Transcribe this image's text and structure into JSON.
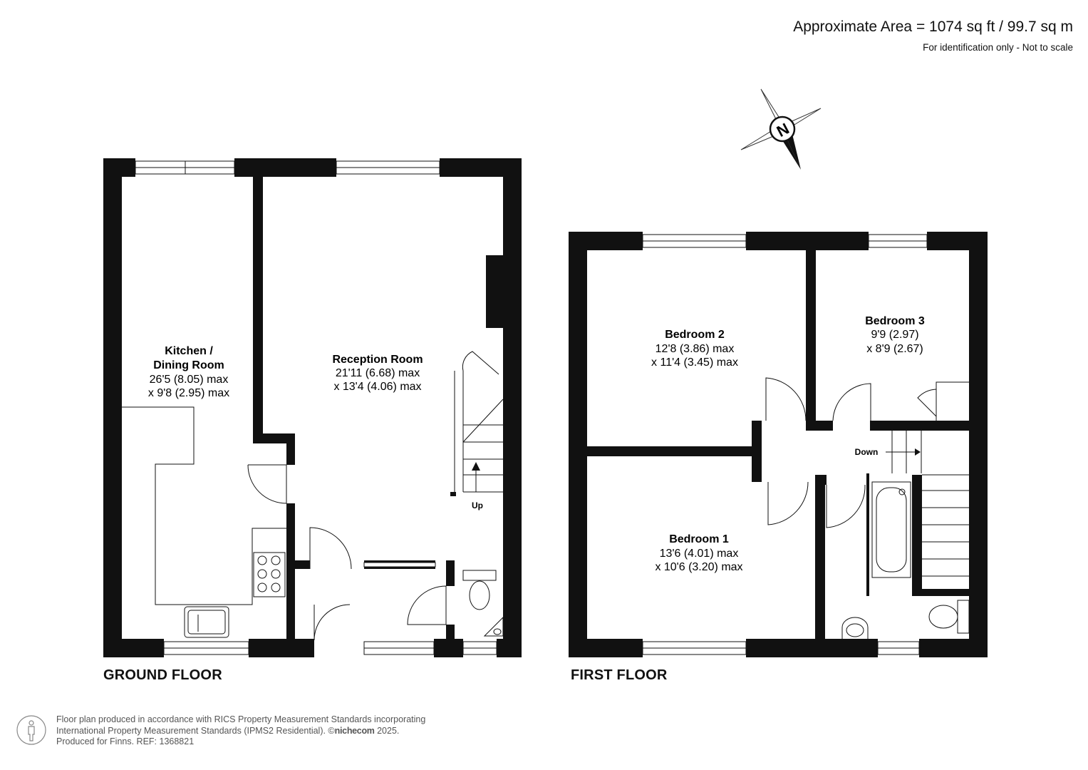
{
  "header": {
    "area": "Approximate Area = 1074 sq ft / 99.7 sq m",
    "note": "For identification only - Not to scale"
  },
  "compass": {
    "letter": "N",
    "icon": "north-compass-icon"
  },
  "ground_floor": {
    "label": "GROUND FLOOR",
    "rooms": [
      {
        "name_lines": [
          "Kitchen /",
          "Dining Room"
        ],
        "dims": [
          "26'5 (8.05) max",
          "x 9'8 (2.95) max"
        ]
      },
      {
        "name_lines": [
          "Reception Room"
        ],
        "dims": [
          "21'11 (6.68) max",
          "x 13'4 (4.06) max"
        ]
      }
    ],
    "stairs_label": "Up"
  },
  "first_floor": {
    "label": "FIRST FLOOR",
    "rooms": [
      {
        "name_lines": [
          "Bedroom 2"
        ],
        "dims": [
          "12'8 (3.86) max",
          "x 11'4 (3.45) max"
        ]
      },
      {
        "name_lines": [
          "Bedroom 3"
        ],
        "dims": [
          "9'9 (2.97)",
          "x 8'9 (2.67)"
        ]
      },
      {
        "name_lines": [
          "Bedroom 1"
        ],
        "dims": [
          "13'6 (4.01) max",
          "x 10'6 (3.20) max"
        ]
      }
    ],
    "stairs_label": "Down"
  },
  "footer": {
    "line1": "Floor plan produced in accordance with RICS Property Measurement Standards incorporating",
    "line2_prefix": "International Property Measurement Standards (IPMS2 Residential).  ©",
    "brand": "nichecom",
    "line2_suffix": " 2025.",
    "line3": "Produced for Finns.   REF:  1368821"
  }
}
